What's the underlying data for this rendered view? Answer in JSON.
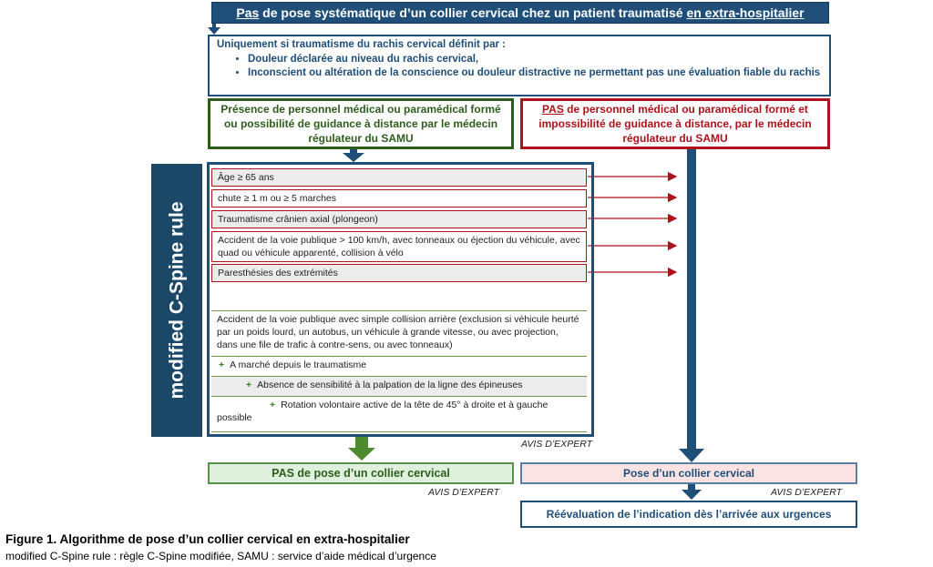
{
  "title": {
    "part1": "Pas",
    "part2": " de pose systématique d’un collier cervical chez un patient traumatisé ",
    "part3": "en extra-hospitalier"
  },
  "criteria": {
    "heading": "Uniquement si traumatisme du rachis cervical définit par :",
    "items": [
      "Douleur déclarée au niveau du rachis cervical,",
      "Inconscient ou altération de la conscience ou douleur distractive ne permettant pas une évaluation fiable du rachis"
    ]
  },
  "green_branch": "Présence de personnel médical ou paramédical formé ou possibilité de guidance à distance par le médecin régulateur du SAMU",
  "red_branch": {
    "underlined": "PAS",
    "rest": " de personnel médical ou paramédical formé et impossibilité de guidance à distance, par le médecin régulateur du SAMU"
  },
  "sidebar_label": "modified C-Spine rule",
  "red_rows": [
    "Âge ≥ 65 ans",
    "chute ≥ 1 m ou ≥ 5 marches",
    "Traumatisme crânien axial (plongeon)",
    "Accident de la voie publique > 100 km/h, avec tonneaux ou éjection du véhicule, avec quad ou véhicule apparenté, collision à vélo",
    "Paresthésies des extrémités"
  ],
  "green_rows": {
    "first": "Accident de la voie publique avec simple collision arrière (exclusion si véhicule heurté par un poids lourd, un autobus, un véhicule à grande vitesse, ou avec projection, dans une file de trafic à contre-sens, ou avec tonneaux)",
    "plus_symbol": "+",
    "second": "A marché depuis le traumatisme",
    "third": "Absence de sensibilité à la palpation de la ligne des épineuses",
    "fourth": "Rotation volontaire active de la tête de 45° à droite et à gauche possible"
  },
  "expert_note": "AVIS D’EXPERT",
  "outcomes": {
    "no_collar": "PAS de pose d’un collier cervical",
    "collar": "Pose d’un collier cervical",
    "reeval": "Réévaluation de l’indication dès l’arrivée aux urgences"
  },
  "caption": "Figure 1. Algorithme de pose d’un collier cervical en extra-hospitalier",
  "legend": "modified C-Spine rule : règle C-Spine modifiée, SAMU : service d’aide médical d’urgence",
  "colors": {
    "navy": "#1f4e79",
    "green": "#2e5e1e",
    "red": "#b0121b"
  }
}
